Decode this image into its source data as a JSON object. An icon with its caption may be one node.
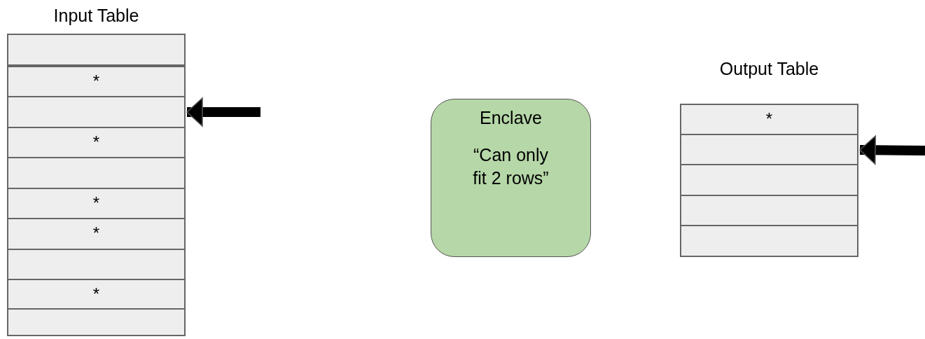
{
  "diagram": {
    "nodes": [
      {
        "text": [
          "Input Table"
        ]
      },
      {
        "text": [],
        "shape": "box",
        "in": 0
      },
      {
        "text": [
          "*"
        ],
        "in": 0
      },
      {
        "text": [],
        "shape": "box",
        "in": 0
      },
      {
        "text": [
          "*"
        ],
        "in": 0
      },
      {
        "text": [],
        "shape": "box",
        "in": 0
      },
      {
        "text": [
          "*"
        ],
        "in": 0
      },
      {
        "text": [
          "*"
        ],
        "in": 0
      },
      {
        "text": [],
        "shape": "box",
        "in": 0
      },
      {
        "text": [
          "*"
        ],
        "in": 0
      },
      {
        "text": [],
        "shape": "box",
        "in": 0
      },
      {
        "text": [
          "Enclave",
          "“Can only fit 2 rows”"
        ]
      },
      {
        "text": [
          "Output Table"
        ]
      },
      {
        "text": [
          "*"
        ],
        "in": 12
      },
      {
        "text": [],
        "shape": "box",
        "in": 12
      },
      {
        "text": [],
        "shape": "box",
        "in": 12
      },
      {
        "text": [],
        "shape": "box",
        "in": 12
      },
      {
        "text": [],
        "shape": "box",
        "in": 12
      }
    ],
    "edges": [
      {
        "from": null,
        "to": 3,
        "arrow": "to"
      },
      {
        "from": null,
        "to": 14,
        "arrow": "to"
      }
    ]
  }
}
